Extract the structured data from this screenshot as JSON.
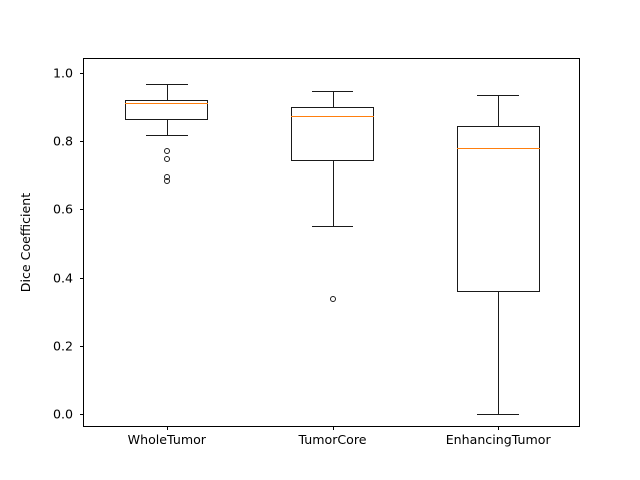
{
  "chart_data": {
    "type": "box",
    "title": "",
    "xlabel": "",
    "ylabel": "Dice Coefficient",
    "categories": [
      "WholeTumor",
      "TumorCore",
      "EnhancingTumor"
    ],
    "xtick_labels": [
      "WholeTumor",
      "TumorCore",
      "EnhancingTumor"
    ],
    "ytick_labels": [
      "0.0",
      "0.2",
      "0.4",
      "0.6",
      "0.8",
      "1.0"
    ],
    "ytick_values": [
      0.0,
      0.2,
      0.4,
      0.6,
      0.8,
      1.0
    ],
    "ylim": [
      -0.042,
      1.042
    ],
    "xlim": [
      0.5,
      3.5
    ],
    "grid": false,
    "legend": null,
    "colors": {
      "box": "#1a1a1a",
      "median": "#ff7f0e",
      "whisker": "#1a1a1a",
      "cap": "#1a1a1a",
      "flier": "#1a1a1a",
      "background": "#ffffff",
      "axes_edge": "#000000"
    },
    "boxes": [
      {
        "label": "WholeTumor",
        "position": 1,
        "whisker_low": 0.819,
        "q1": 0.864,
        "median": 0.912,
        "q3": 0.923,
        "whisker_high": 0.968,
        "fliers": [
          0.772,
          0.748,
          0.695,
          0.685
        ]
      },
      {
        "label": "TumorCore",
        "position": 2,
        "whisker_low": 0.551,
        "q1": 0.741,
        "median": 0.876,
        "q3": 0.901,
        "whisker_high": 0.947,
        "fliers": [
          0.337
        ]
      },
      {
        "label": "EnhancingTumor",
        "position": 3,
        "whisker_low": 0.0,
        "q1": 0.357,
        "median": 0.781,
        "q3": 0.846,
        "whisker_high": 0.936,
        "fliers": []
      }
    ]
  }
}
